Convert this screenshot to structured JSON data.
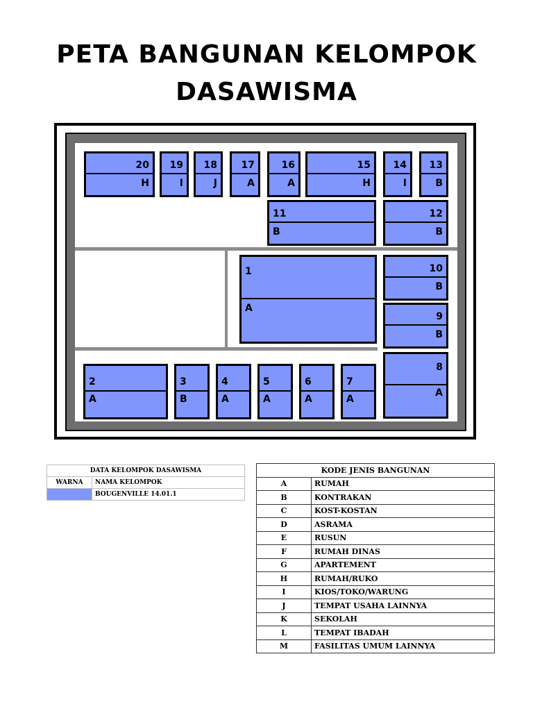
{
  "title_line1": "PETA BANGUNAN KELOMPOK",
  "title_line2": "DASAWISMA",
  "buildings": [
    {
      "number": "20",
      "code": "H"
    },
    {
      "number": "19",
      "code": "I"
    },
    {
      "number": "18",
      "code": "J"
    },
    {
      "number": "17",
      "code": "A"
    },
    {
      "number": "16",
      "code": "A"
    },
    {
      "number": "15",
      "code": "H"
    },
    {
      "number": "14",
      "code": "I"
    },
    {
      "number": "13",
      "code": "B"
    },
    {
      "number": "11",
      "code": "B"
    },
    {
      "number": "12",
      "code": "B"
    },
    {
      "number": "1",
      "code": "A"
    },
    {
      "number": "10",
      "code": "B"
    },
    {
      "number": "9",
      "code": "B"
    },
    {
      "number": "8",
      "code": "A"
    },
    {
      "number": "2",
      "code": "A"
    },
    {
      "number": "3",
      "code": "B"
    },
    {
      "number": "4",
      "code": "A"
    },
    {
      "number": "5",
      "code": "A"
    },
    {
      "number": "6",
      "code": "A"
    },
    {
      "number": "7",
      "code": "A"
    }
  ],
  "group_table": {
    "title": "DATA KELOMPOK DASAWISMA",
    "header_color": "WARNA",
    "header_name": "NAMA KELOMPOK",
    "row_color": "#8096fc",
    "row_name": "BOUGENVILLE 14.01.1"
  },
  "code_table": {
    "title": "KODE JENIS BANGUNAN",
    "rows": [
      {
        "code": "A",
        "label": "RUMAH"
      },
      {
        "code": "B",
        "label": "KONTRAKAN"
      },
      {
        "code": "C",
        "label": "KOST-KOSTAN"
      },
      {
        "code": "D",
        "label": "ASRAMA"
      },
      {
        "code": "E",
        "label": "RUSUN"
      },
      {
        "code": "F",
        "label": "RUMAH DINAS"
      },
      {
        "code": "G",
        "label": "APARTEMENT"
      },
      {
        "code": "H",
        "label": "RUMAH/RUKO"
      },
      {
        "code": "I",
        "label": "KIOS/TOKO/WARUNG"
      },
      {
        "code": "J",
        "label": "TEMPAT USAHA LAINNYA"
      },
      {
        "code": "K",
        "label": "SEKOLAH"
      },
      {
        "code": "L",
        "label": "TEMPAT IBADAH"
      },
      {
        "code": "M",
        "label": "FASILITAS UMUM LAINNYA"
      }
    ]
  }
}
